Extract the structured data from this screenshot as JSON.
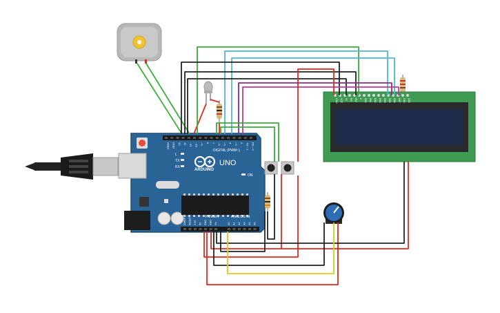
{
  "board": {
    "brand": "ARDUINO",
    "model": "UNO",
    "digital_label": "DIGITAL (PWM~)",
    "power_label": "POWER",
    "analog_label": "ANALOG IN",
    "tx_label": "TX",
    "rx_label": "RX",
    "l_label": "L",
    "on_label": "ON",
    "digital_pins": [
      "AREF",
      "GND",
      "13",
      "12",
      "~11",
      "~10",
      "~9",
      "8",
      "7",
      "~6",
      "~5",
      "4",
      "~3",
      "2",
      "TX→1",
      "RX←0"
    ],
    "power_pins": [
      "IOREF",
      "RESET",
      "3.3V",
      "5V",
      "GND",
      "GND",
      "Vin"
    ],
    "analog_pins": [
      "A0",
      "A1",
      "A2",
      "A3",
      "A4",
      "A5"
    ]
  },
  "lcd": {
    "pins": [
      "GND",
      "VCC",
      "V0",
      "RS",
      "RW",
      "E",
      "DB0",
      "DB1",
      "DB2",
      "DB3",
      "DB4",
      "DB5",
      "DB6",
      "DB7",
      "LED",
      "LED"
    ]
  },
  "colors": {
    "board": "#2a6496",
    "lcd_pcb": "#3f9a53",
    "lcd_screen": "#1c2b4a",
    "wire_red": "#e0281e",
    "wire_black": "#222222",
    "wire_green": "#3aad3a",
    "wire_cyan": "#4fb6d6",
    "wire_purple": "#8b2a8b",
    "wire_magenta": "#c2359f",
    "wire_yellow": "#e8c51a"
  }
}
